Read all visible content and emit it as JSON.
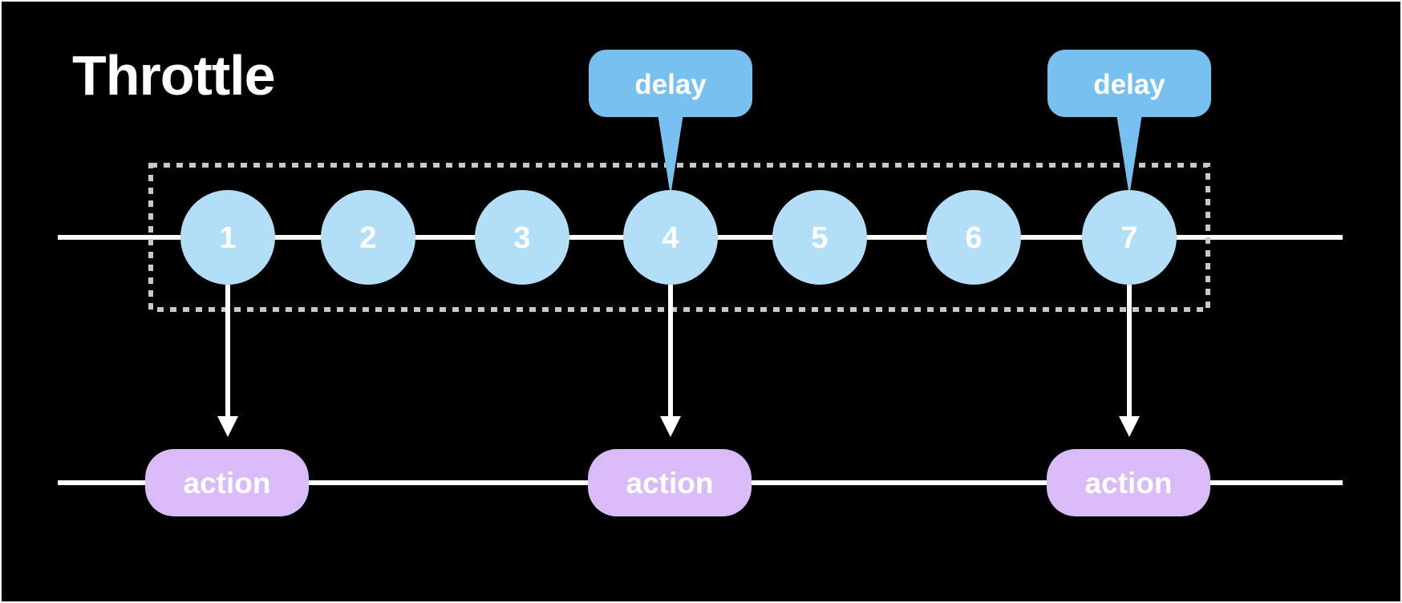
{
  "title": "Throttle",
  "events": [
    "1",
    "2",
    "3",
    "4",
    "5",
    "6",
    "7"
  ],
  "delays": [
    {
      "label": "delay",
      "event": "4"
    },
    {
      "label": "delay",
      "event": "7"
    }
  ],
  "actions": [
    {
      "label": "action",
      "event": "1"
    },
    {
      "label": "action",
      "event": "4"
    },
    {
      "label": "action",
      "event": "7"
    }
  ],
  "colors": {
    "background": "#000000",
    "line": "#ffffff",
    "event_circle": "#b3def8",
    "delay_bubble": "#78c0f0",
    "action_pill": "#d9bcf7",
    "window_border": "#c8c8c8"
  }
}
